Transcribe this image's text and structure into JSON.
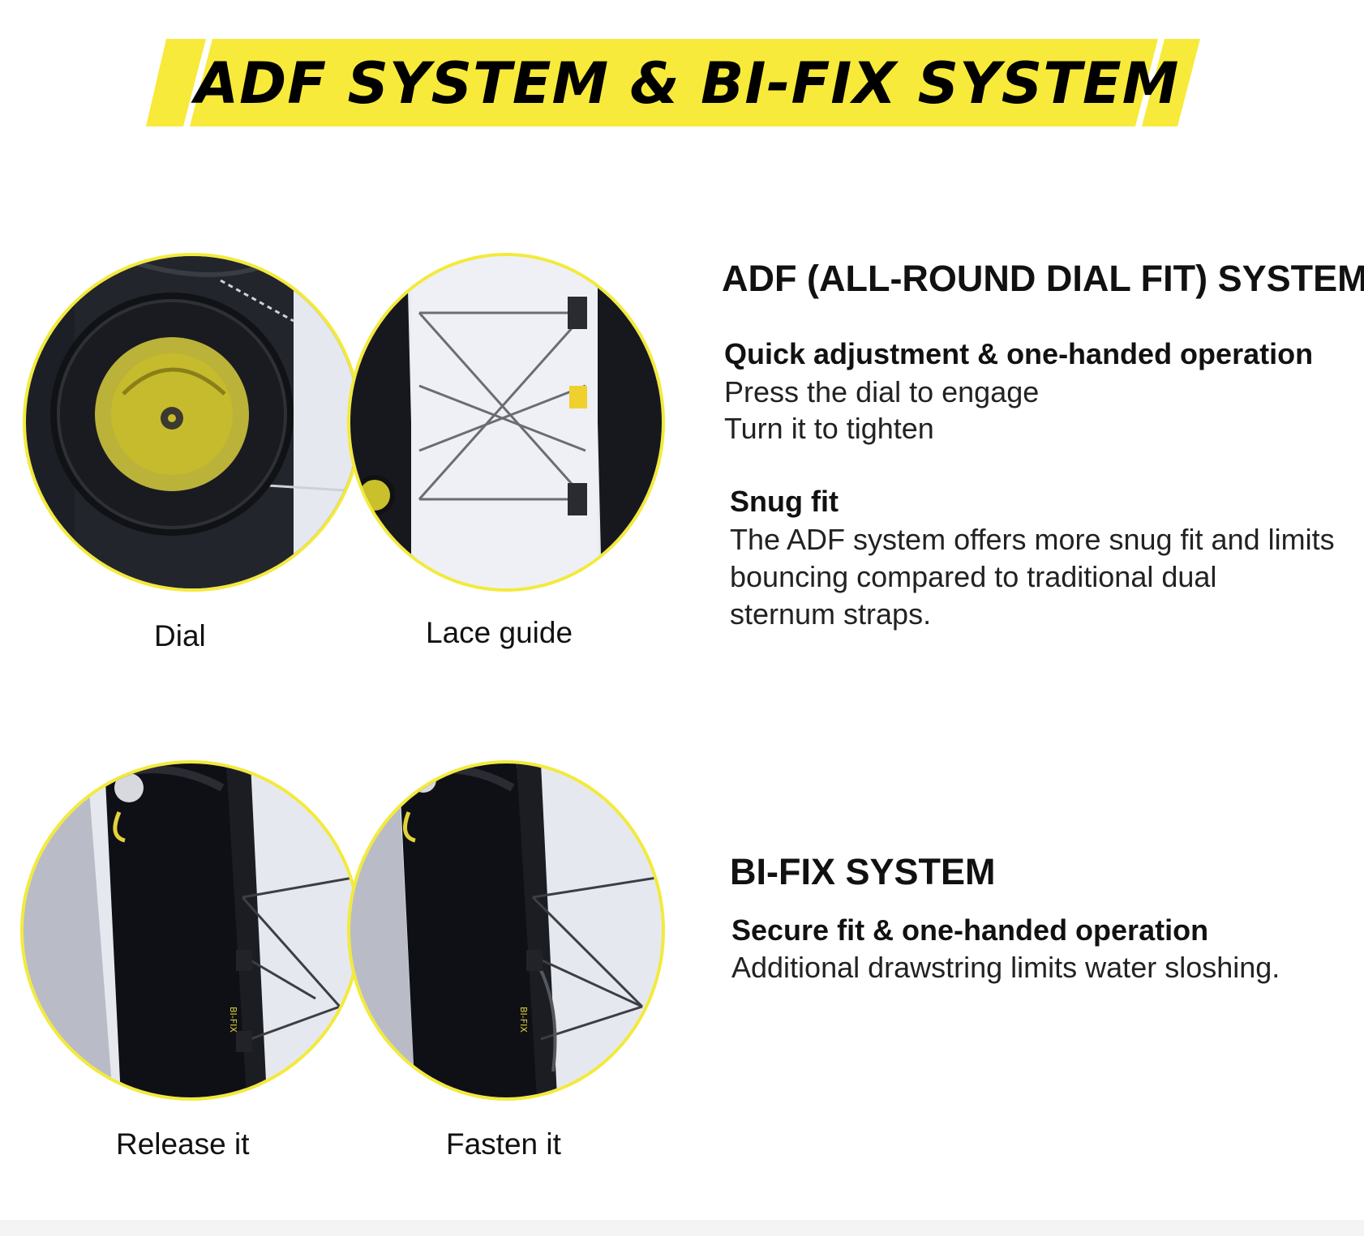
{
  "banner": {
    "title": "ADF SYSTEM & BI-FIX SYSTEM",
    "color": "#f7ea3a"
  },
  "adf": {
    "heading": "ADF (ALL-ROUND DIAL FIT) SYSTEM",
    "feature1": {
      "title": "Quick adjustment & one-handed operation",
      "lines": [
        "Press the dial to engage",
        "Turn it to tighten"
      ]
    },
    "feature2": {
      "title": "Snug fit",
      "lines": [
        "The ADF system offers more snug fit and limits",
        "bouncing compared to traditional dual",
        "sternum straps."
      ]
    },
    "images": [
      {
        "caption": "Dial",
        "icon": "dial-photo"
      },
      {
        "caption": "Lace guide",
        "icon": "lace-guide-photo"
      }
    ]
  },
  "bifix": {
    "heading": "BI-FIX SYSTEM",
    "feature1": {
      "title": "Secure fit & one-handed operation",
      "lines": [
        "Additional drawstring limits water sloshing."
      ]
    },
    "images": [
      {
        "caption": "Release it",
        "icon": "release-photo"
      },
      {
        "caption": "Fasten it",
        "icon": "fasten-photo"
      }
    ]
  },
  "colors": {
    "accent": "#f3ea3b",
    "text": "#111111"
  }
}
